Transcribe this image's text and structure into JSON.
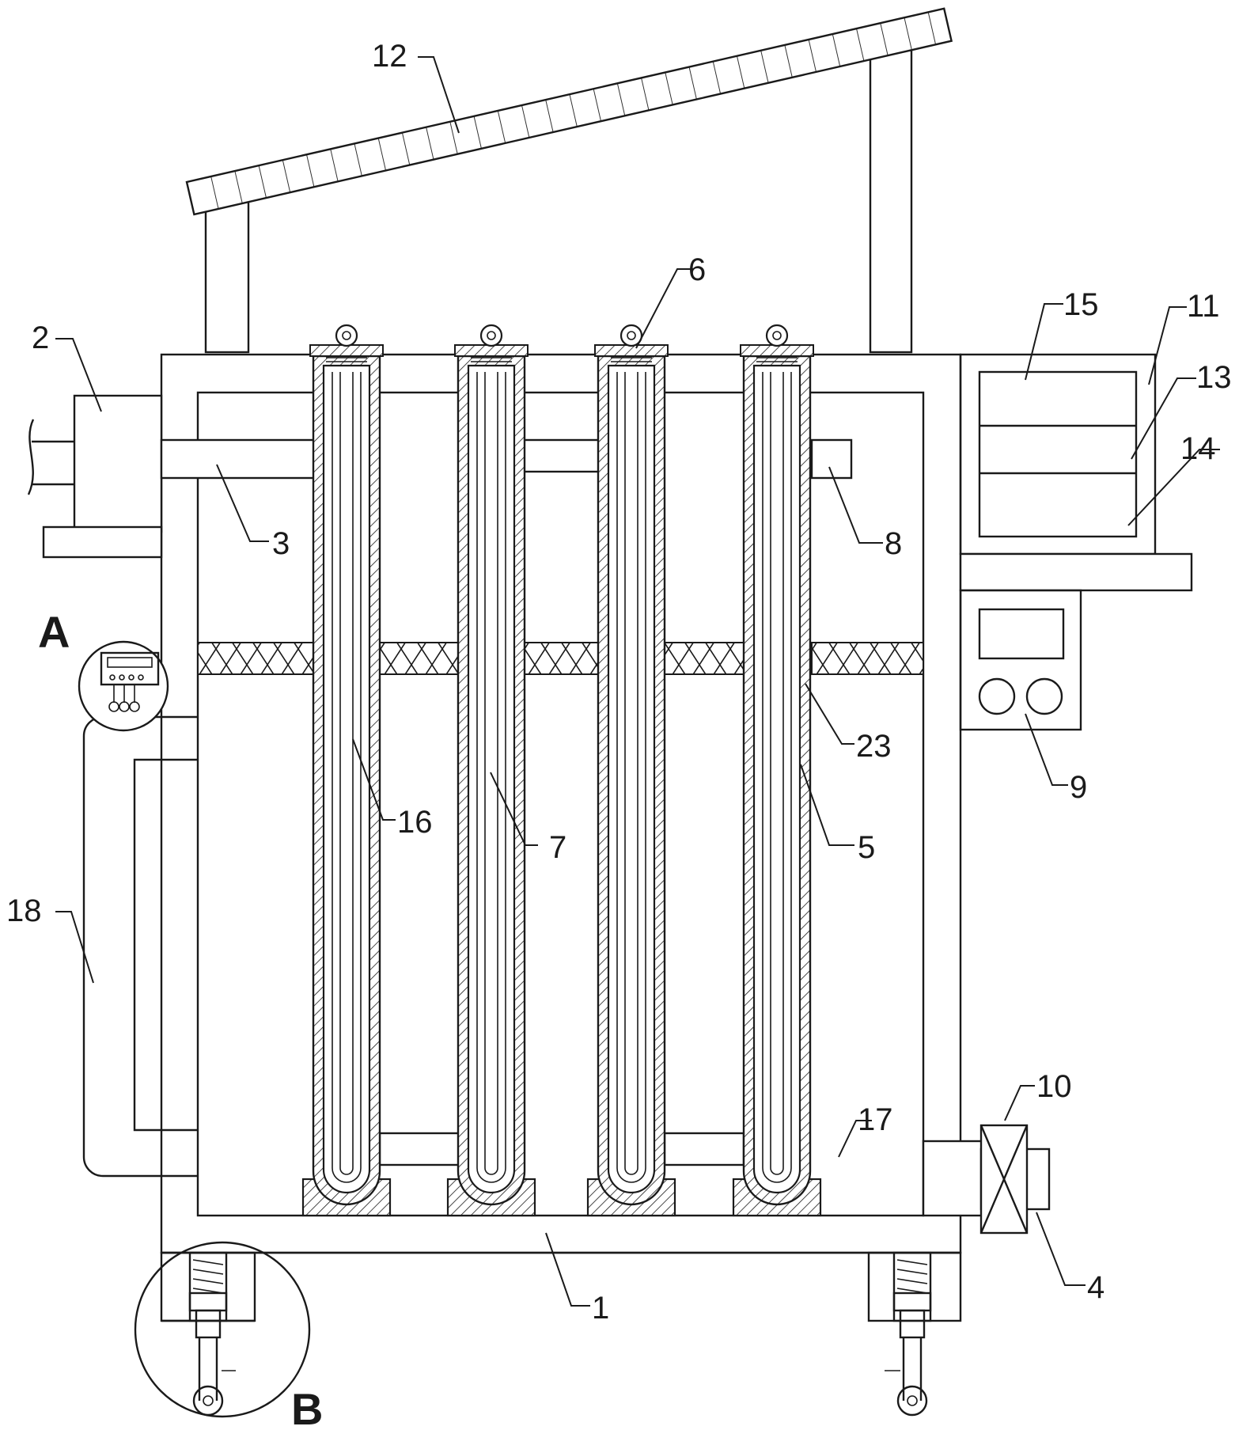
{
  "labels": {
    "l1": "1",
    "l2": "2",
    "l3": "3",
    "l4": "4",
    "l5": "5",
    "l6": "6",
    "l7": "7",
    "l8": "8",
    "l9": "9",
    "l10": "10",
    "l11": "11",
    "l12": "12",
    "l13": "13",
    "l14": "14",
    "l15": "15",
    "l16": "16",
    "l17": "17",
    "l18": "18",
    "l23": "23"
  },
  "views": {
    "a": "A",
    "b": "B"
  }
}
